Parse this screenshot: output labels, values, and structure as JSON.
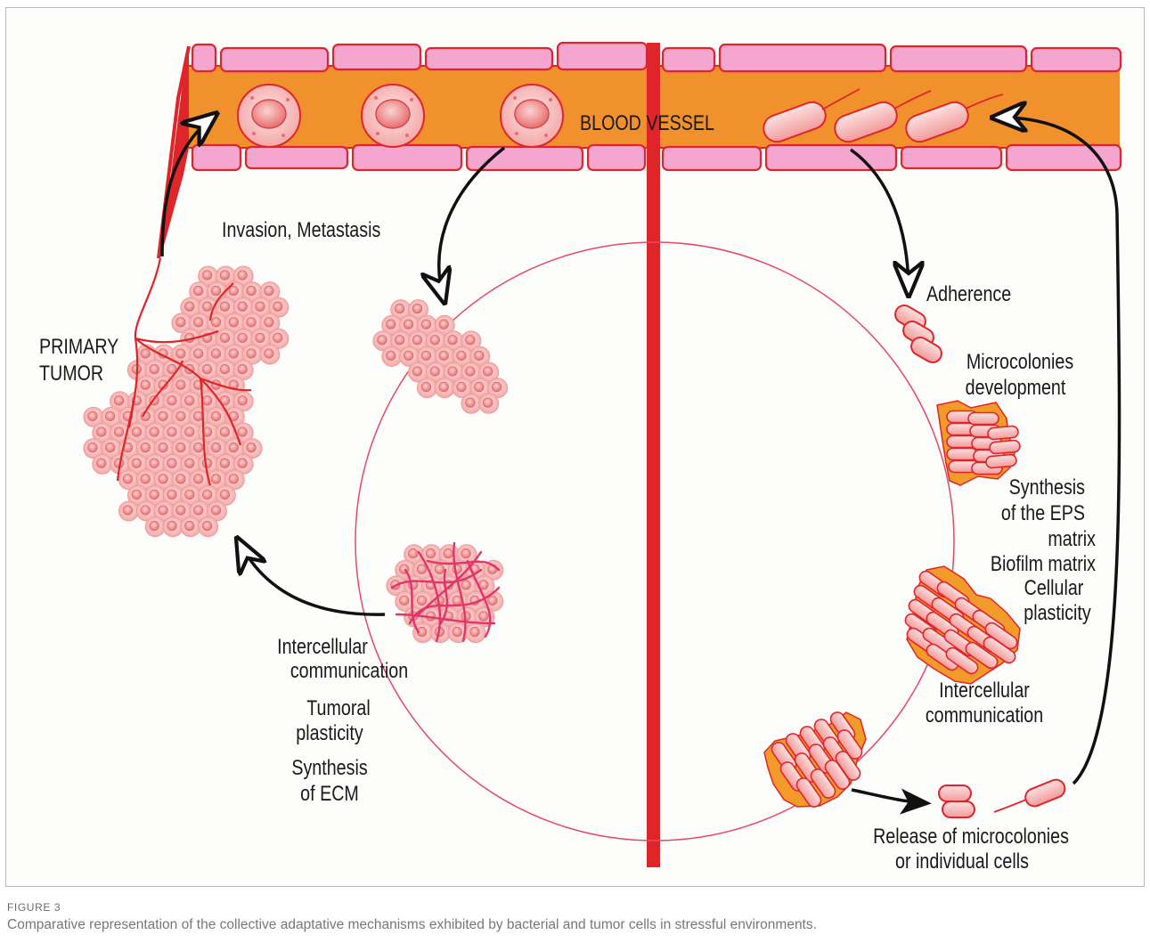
{
  "labels": {
    "blood_vessel": "BLOOD VESSEL",
    "invasion_metastasis": "Invasion, Metastasis",
    "primary_tumor_1": "PRIMARY",
    "primary_tumor_2": "TUMOR",
    "intercellular_left_1": "Intercellular",
    "intercellular_left_2": "communication",
    "tumoral_1": "Tumoral",
    "tumoral_2": "plasticity",
    "synthesis_ecm_1": "Synthesis",
    "synthesis_ecm_2": "of ECM",
    "adherence": "Adherence",
    "microcolonies_1": "Microcolonies",
    "microcolonies_2": "development",
    "eps_1": "Synthesis",
    "eps_2": "of the EPS",
    "eps_3": "matrix",
    "biofilm": "Biofilm matrix",
    "cellular_1": "Cellular",
    "cellular_2": "plasticity",
    "intercellular_right_1": "Intercellular",
    "intercellular_right_2": "communication",
    "release_1": "Release of microcolonies",
    "release_2": "or individual cells"
  },
  "caption": {
    "figure_label": "FIGURE 3",
    "text": "Comparative representation of the collective adaptative mechanisms exhibited by bacterial and tumor cells in stressful environments."
  },
  "colors": {
    "vessel_lumen": "#f0912e",
    "vessel_wall": "#f5a6cf",
    "outline_red": "#e0252a",
    "divider": "#e0252a",
    "cell_fill": "#f6b3b3",
    "bacteria_fill": "#f7a9a9",
    "biofilm_matrix": "#f29b2a",
    "arrow": "#111111"
  }
}
